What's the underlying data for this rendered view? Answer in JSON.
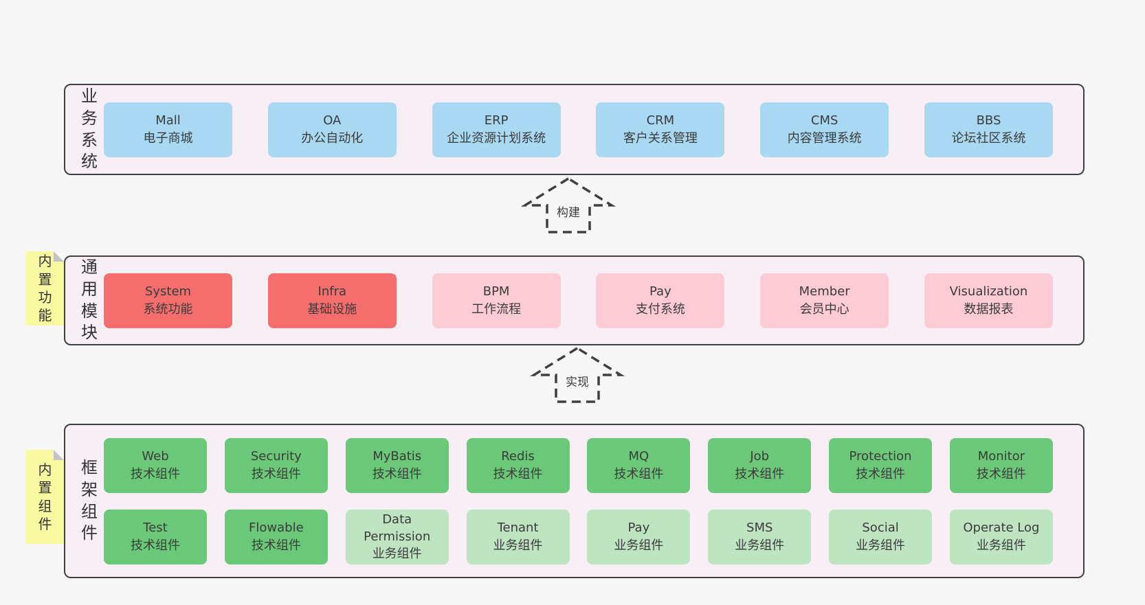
{
  "colors": {
    "page_bg": "#f7f7f7",
    "panel_bg": "#f8eef6",
    "border": "#3f3f3f",
    "text": "#3b3b3b",
    "blue": "#a9d8f2",
    "red": "#f46e6e",
    "pink": "#fccbd4",
    "green": "#6bc878",
    "green_light": "#bee4c1",
    "yellow": "#f9f9a2",
    "fold": "#c4c4c4"
  },
  "panels": [
    {
      "id": "business",
      "label": "业务系统",
      "rows": [
        [
          {
            "name": "Mall",
            "sub": "电子商城",
            "color": "blue"
          },
          {
            "name": "OA",
            "sub": "办公自动化",
            "color": "blue"
          },
          {
            "name": "ERP",
            "sub": "企业资源计划系统",
            "color": "blue"
          },
          {
            "name": "CRM",
            "sub": "客户关系管理",
            "color": "blue"
          },
          {
            "name": "CMS",
            "sub": "内容管理系统",
            "color": "blue"
          },
          {
            "name": "BBS",
            "sub": "论坛社区系统",
            "color": "blue"
          }
        ]
      ]
    },
    {
      "id": "modules",
      "label": "通用模块",
      "sticky": "内置功能",
      "rows": [
        [
          {
            "name": "System",
            "sub": "系统功能",
            "color": "red"
          },
          {
            "name": "Infra",
            "sub": "基础设施",
            "color": "red"
          },
          {
            "name": "BPM",
            "sub": "工作流程",
            "color": "pink"
          },
          {
            "name": "Pay",
            "sub": "支付系统",
            "color": "pink"
          },
          {
            "name": "Member",
            "sub": "会员中心",
            "color": "pink"
          },
          {
            "name": "Visualization",
            "sub": "数据报表",
            "color": "pink"
          }
        ]
      ]
    },
    {
      "id": "components",
      "label": "框架组件",
      "sticky": "内置组件",
      "rows": [
        [
          {
            "name": "Web",
            "sub": "技术组件",
            "color": "green"
          },
          {
            "name": "Security",
            "sub": "技术组件",
            "color": "green"
          },
          {
            "name": "MyBatis",
            "sub": "技术组件",
            "color": "green"
          },
          {
            "name": "Redis",
            "sub": "技术组件",
            "color": "green"
          },
          {
            "name": "MQ",
            "sub": "技术组件",
            "color": "green"
          },
          {
            "name": "Job",
            "sub": "技术组件",
            "color": "green"
          },
          {
            "name": "Protection",
            "sub": "技术组件",
            "color": "green"
          },
          {
            "name": "Monitor",
            "sub": "技术组件",
            "color": "green"
          }
        ],
        [
          {
            "name": "Test",
            "sub": "技术组件",
            "color": "green"
          },
          {
            "name": "Flowable",
            "sub": "技术组件",
            "color": "green"
          },
          {
            "name": "Data\nPermission",
            "sub": "业务组件",
            "color": "green_light"
          },
          {
            "name": "Tenant",
            "sub": "业务组件",
            "color": "green_light"
          },
          {
            "name": "Pay",
            "sub": "业务组件",
            "color": "green_light"
          },
          {
            "name": "SMS",
            "sub": "业务组件",
            "color": "green_light"
          },
          {
            "name": "Social",
            "sub": "业务组件",
            "color": "green_light"
          },
          {
            "name": "Operate Log",
            "sub": "业务组件",
            "color": "green_light"
          }
        ]
      ]
    }
  ],
  "arrows": [
    {
      "label": "构建"
    },
    {
      "label": "实现"
    }
  ]
}
